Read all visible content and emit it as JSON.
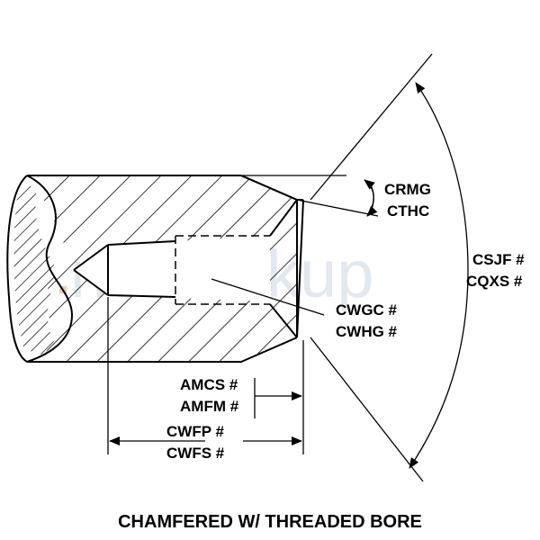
{
  "watermark": "nsnlookup",
  "caption": "CHAMFERED W/ THREADED BORE",
  "labels": {
    "crmg": "CRMG",
    "cthc": "CTHC",
    "csjf": "CSJF #",
    "cqxs": "CQXS #",
    "cwgc": "CWGC #",
    "cwhg": "CWHG #",
    "amcs": "AMCS #",
    "amfm": "AMFM #",
    "cwfp": "CWFP #",
    "cwfs": "CWFS #"
  }
}
